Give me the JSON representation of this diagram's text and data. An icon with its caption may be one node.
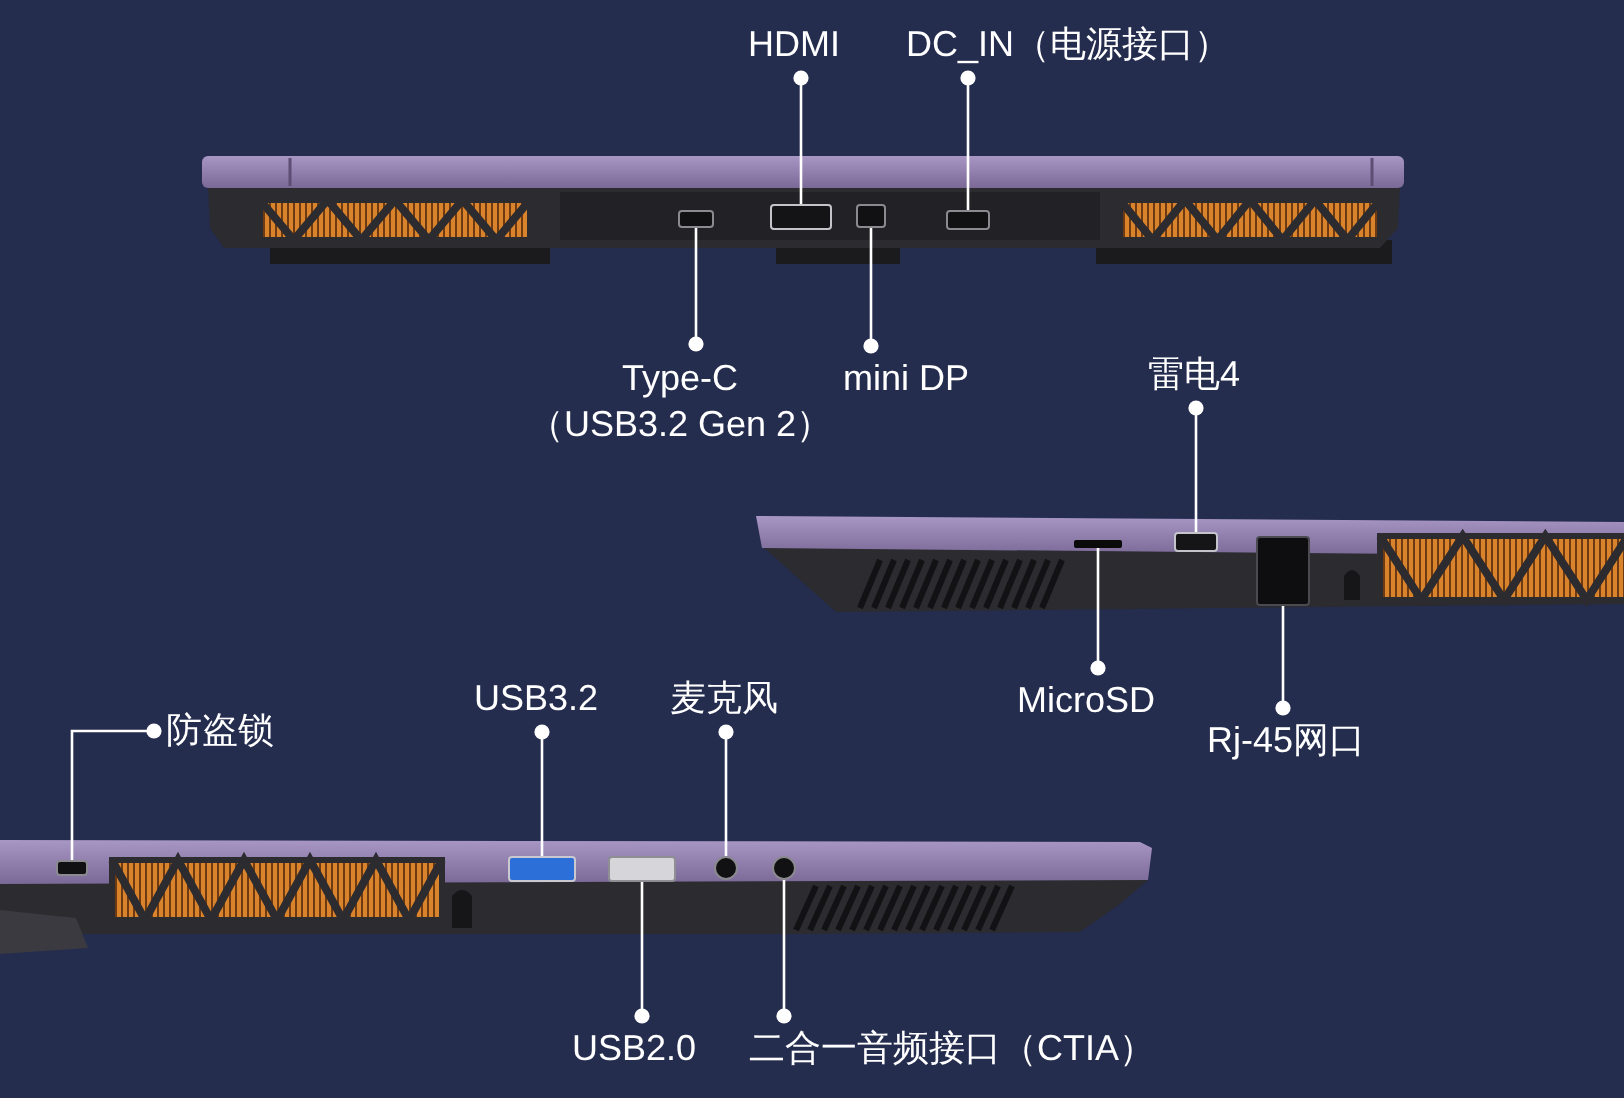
{
  "diagram": {
    "nodes": [
      {
        "text": [
          "HDMI"
        ]
      },
      {
        "text": [
          "DC_IN（电源接口）"
        ]
      },
      {
        "text": [
          "Type-C",
          "（USB3.2 Gen 2）"
        ]
      },
      {
        "text": [
          "mini DP"
        ]
      },
      {
        "text": [
          "雷电4"
        ]
      },
      {
        "text": [
          "MicroSD"
        ]
      },
      {
        "text": [
          "Rj-45网口"
        ]
      },
      {
        "text": [
          "防盗锁"
        ]
      },
      {
        "text": [
          "USB3.2"
        ]
      },
      {
        "text": [
          "麦克风"
        ]
      },
      {
        "text": [
          "USB2.0"
        ]
      },
      {
        "text": [
          "二合一音频接口（CTIA）"
        ]
      },
      {
        "text": [],
        "shape": "box"
      },
      {
        "text": [],
        "shape": "box"
      },
      {
        "text": [],
        "shape": "box"
      },
      {
        "text": [],
        "shape": "box"
      },
      {
        "text": [],
        "shape": "bar"
      },
      {
        "text": [],
        "shape": "box"
      },
      {
        "text": [],
        "shape": "box"
      },
      {
        "text": [],
        "shape": "box"
      },
      {
        "text": [],
        "shape": "box"
      },
      {
        "text": [],
        "shape": "box"
      },
      {
        "text": [],
        "shape": "circle"
      },
      {
        "text": [],
        "shape": "circle"
      }
    ],
    "edges": [
      {
        "from": 0,
        "to": 13,
        "arrow": "other"
      },
      {
        "from": 1,
        "to": 15,
        "arrow": "other"
      },
      {
        "from": 2,
        "to": 12,
        "arrow": "other"
      },
      {
        "from": 3,
        "to": 14,
        "arrow": "other"
      },
      {
        "from": 4,
        "to": 17,
        "arrow": "other"
      },
      {
        "from": 5,
        "to": 16,
        "arrow": "other"
      },
      {
        "from": 6,
        "to": 18,
        "arrow": "other"
      },
      {
        "from": 7,
        "to": 19,
        "arrow": "other"
      },
      {
        "from": 8,
        "to": 20,
        "arrow": "other"
      },
      {
        "from": 9,
        "to": 22,
        "arrow": "other"
      },
      {
        "from": 10,
        "to": 21,
        "arrow": "other"
      },
      {
        "from": 11,
        "to": 23,
        "arrow": "other"
      }
    ]
  }
}
